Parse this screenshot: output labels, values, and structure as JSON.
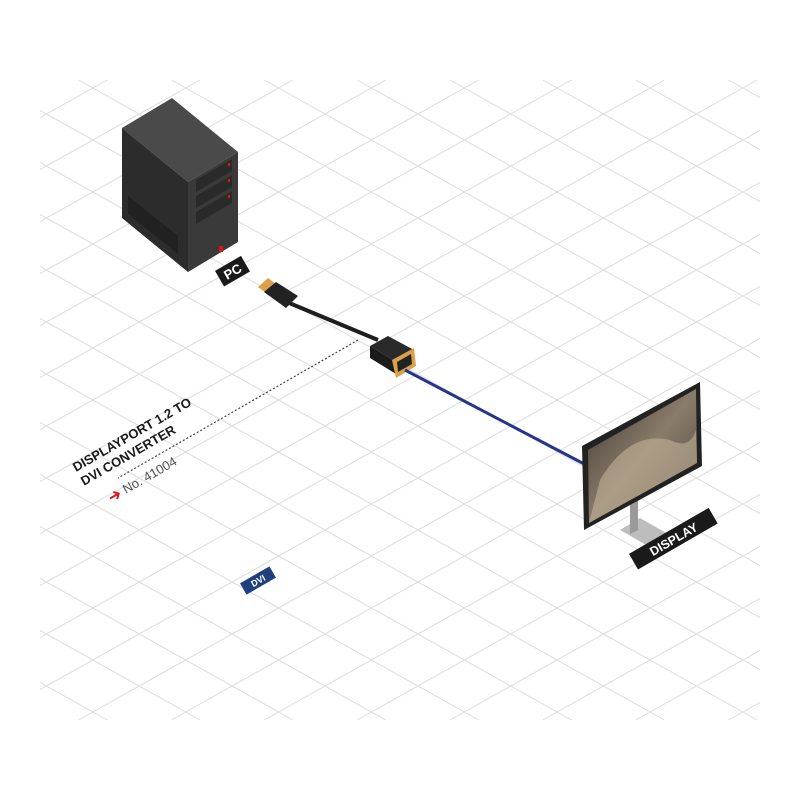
{
  "product": {
    "title_line1": "DISPLAYPORT 1.2 TO",
    "title_line2": "DVI CONVERTER",
    "number": "No. 41004"
  },
  "labels": {
    "pc": "PC",
    "display": "DISPLAY",
    "dvi": "DVI"
  },
  "colors": {
    "grid": "#dcdcdc",
    "label_bg": "#1a1a1a",
    "dvi_badge": "#1f3f7f",
    "dvi_cable": "#24358a",
    "arrow": "#d9161c",
    "gold": "#d8a14a"
  }
}
